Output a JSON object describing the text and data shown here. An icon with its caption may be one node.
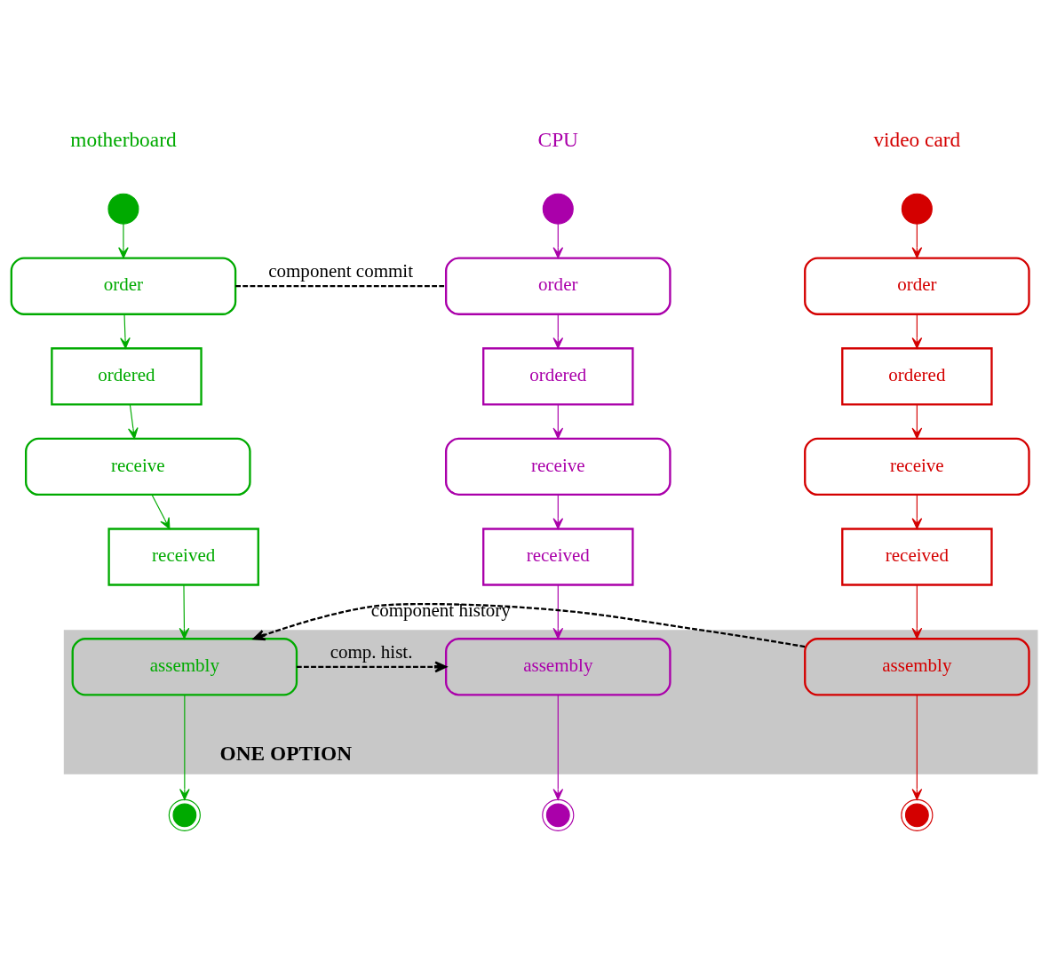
{
  "diagram": {
    "nodes": [
      {
        "text": [],
        "shape": "circle"
      },
      {
        "text": [
          "order"
        ]
      },
      {
        "text": [
          "ordered"
        ]
      },
      {
        "text": [
          "receive"
        ]
      },
      {
        "text": [
          "received"
        ]
      },
      {
        "text": [],
        "shape": "circle"
      },
      {
        "text": [
          "order"
        ]
      },
      {
        "text": [
          "ordered"
        ]
      },
      {
        "text": [
          "receive"
        ]
      },
      {
        "text": [
          "received"
        ]
      },
      {
        "text": [],
        "shape": "circle"
      },
      {
        "text": [
          "order"
        ]
      },
      {
        "text": [
          "ordered"
        ]
      },
      {
        "text": [
          "receive"
        ]
      },
      {
        "text": [
          "received"
        ]
      },
      {
        "text": [
          "ONE OPTION"
        ]
      },
      {
        "text": [
          "assembly"
        ],
        "in": 15
      },
      {
        "text": [
          "assembly"
        ],
        "in": 15
      },
      {
        "text": [
          "assembly"
        ],
        "in": 15
      },
      {
        "text": [],
        "shape": "circle"
      },
      {
        "text": [],
        "shape": "circle"
      },
      {
        "text": [],
        "shape": "circle"
      }
    ],
    "edges": [
      {
        "from": 0,
        "to": 1,
        "arrow": "to",
        "color": "#00aa00"
      },
      {
        "from": 1,
        "to": 2,
        "arrow": "to",
        "color": "#00aa00"
      },
      {
        "from": 2,
        "to": 3,
        "arrow": "to",
        "color": "#00aa00"
      },
      {
        "from": 3,
        "to": 4,
        "arrow": "to",
        "color": "#00aa00"
      },
      {
        "from": 4,
        "to": 16,
        "arrow": "to",
        "color": "#00aa00"
      },
      {
        "from": 16,
        "to": 19,
        "arrow": "to",
        "color": "#00aa00"
      },
      {
        "from": 5,
        "to": 6,
        "arrow": "to",
        "color": "#aa00aa"
      },
      {
        "from": 6,
        "to": 7,
        "arrow": "to",
        "color": "#aa00aa"
      },
      {
        "from": 7,
        "to": 8,
        "arrow": "to",
        "color": "#aa00aa"
      },
      {
        "from": 8,
        "to": 9,
        "arrow": "to",
        "color": "#aa00aa"
      },
      {
        "from": 9,
        "to": 17,
        "arrow": "to",
        "color": "#aa00aa"
      },
      {
        "from": 17,
        "to": 20,
        "arrow": "to",
        "color": "#aa00aa"
      },
      {
        "from": 10,
        "to": 11,
        "arrow": "to",
        "color": "#d40000"
      },
      {
        "from": 11,
        "to": 12,
        "arrow": "to",
        "color": "#d40000"
      },
      {
        "from": 12,
        "to": 13,
        "arrow": "to",
        "color": "#d40000"
      },
      {
        "from": 13,
        "to": 14,
        "arrow": "to",
        "color": "#d40000"
      },
      {
        "from": 14,
        "to": 18,
        "arrow": "to",
        "color": "#d40000"
      },
      {
        "from": 18,
        "to": 21,
        "arrow": "to",
        "color": "#d40000"
      },
      {
        "from": 1,
        "to": 6,
        "arrow": "none",
        "label": "component commit",
        "style": "dashed",
        "color": "#000000"
      },
      {
        "from": 16,
        "to": 17,
        "arrow": "to",
        "label": "comp. hist.",
        "style": "dashed",
        "color": "#000000"
      },
      {
        "from": 18,
        "to": 16,
        "arrow": "to",
        "label": "component history",
        "style": "dashed",
        "color": "#000000"
      }
    ],
    "labels": [
      "motherboard",
      "CPU",
      "video card"
    ]
  }
}
